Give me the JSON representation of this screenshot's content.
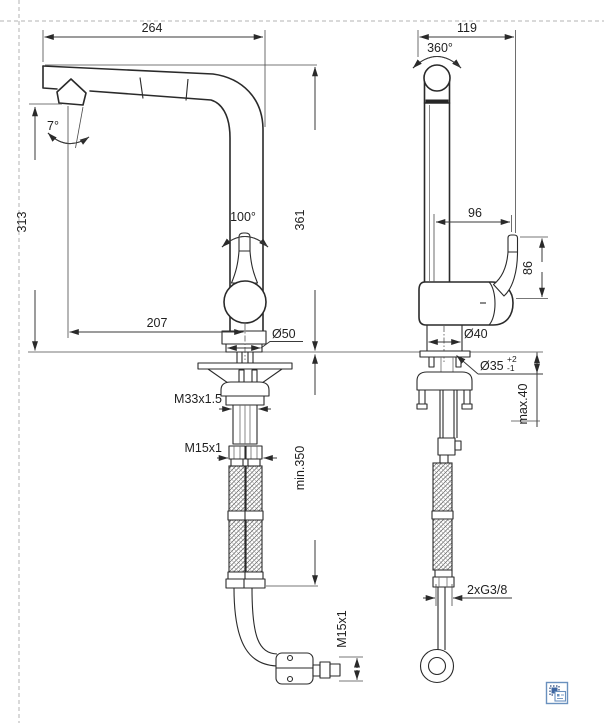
{
  "drawing": {
    "title": "pull-out kitchen faucet dimension drawing",
    "dims": {
      "spout_reach": "264",
      "spout_tilt": "7°",
      "outlet_height": "313",
      "outlet_reach": "207",
      "handle_swing": "100°",
      "total_height": "361",
      "base_dia": "Ø50",
      "shank_thread": "M33x1.5",
      "hose_thread": "M15x1",
      "hose_min_length": "min.350",
      "spray_connector_thread": "M15x1",
      "side_width": "119",
      "spout_swivel": "360°",
      "lever_reach": "96",
      "lever_height": "86",
      "body_dia": "Ø40",
      "hole_dia": "Ø35",
      "hole_tol_upper": "+2",
      "hole_tol_lower": "-1",
      "max_deck_thickness": "max.40",
      "supply_connection": "2xG3/8"
    },
    "colors": {
      "line": "#2a2a2a",
      "dimension": "#3a3a3a",
      "background": "#ffffff",
      "crop_mark": "#b3b3b3",
      "icon_blue": "#6a91be",
      "icon_blue_dark": "#2c4a7c"
    }
  }
}
